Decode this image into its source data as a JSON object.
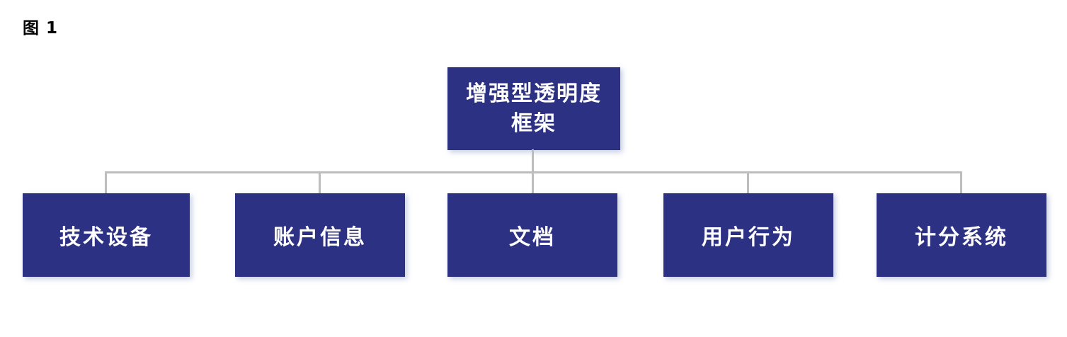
{
  "figure": {
    "label": "图 1"
  },
  "diagram": {
    "root": {
      "label": "增强型透明度框架"
    },
    "children": [
      {
        "label": "技术设备"
      },
      {
        "label": "账户信息"
      },
      {
        "label": "文档"
      },
      {
        "label": "用户行为"
      },
      {
        "label": "计分系统"
      }
    ]
  },
  "colors": {
    "node_fill": "#2C3184",
    "node_text": "#FFFFFF",
    "connector": "#BDBDBD",
    "figure_label_text": "#000000",
    "background": "#FFFFFF"
  }
}
